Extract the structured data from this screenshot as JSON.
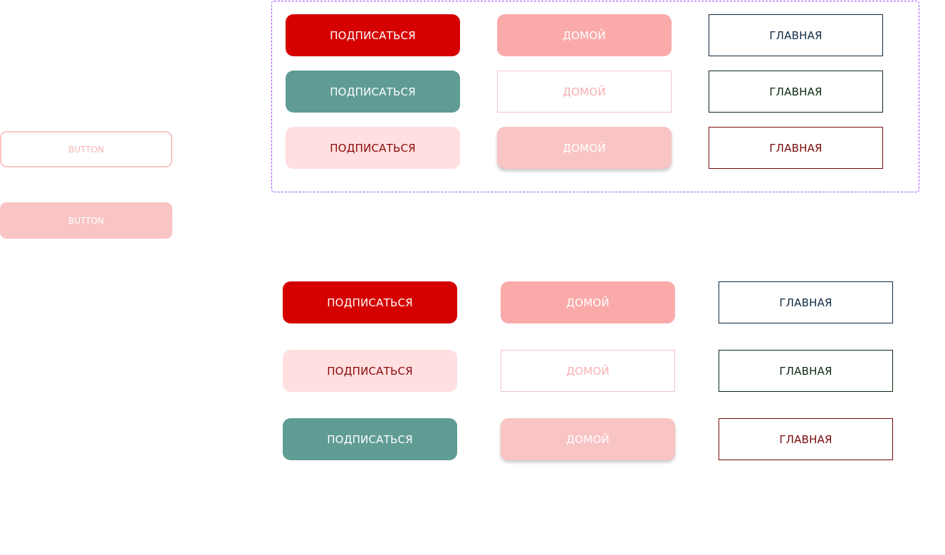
{
  "left_buttons": {
    "outline_label": "BUTTON",
    "solid_label": "BUTTON"
  },
  "framed_group": {
    "row1": {
      "primary": "ПОДПИСАТЬСЯ",
      "secondary": "ДОМОЙ",
      "tertiary": "ГЛАВНАЯ"
    },
    "row2": {
      "primary": "ПОДПИСАТЬСЯ",
      "secondary": "ДОМОЙ",
      "tertiary": "ГЛАВНАЯ"
    },
    "row3": {
      "primary": "ПОДПИСАТЬСЯ",
      "secondary": "ДОМОЙ",
      "tertiary": "ГЛАВНАЯ"
    }
  },
  "lower_group": {
    "row1": {
      "primary": "ПОДПИСАТЬСЯ",
      "secondary": "ДОМОЙ",
      "tertiary": "ГЛАВНАЯ"
    },
    "row2": {
      "primary": "ПОДПИСАТЬСЯ",
      "secondary": "ДОМОЙ",
      "tertiary": "ГЛАВНАЯ"
    },
    "row3": {
      "primary": "ПОДПИСАТЬСЯ",
      "secondary": "ДОМОЙ",
      "tertiary": "ГЛАВНАЯ"
    }
  },
  "colors": {
    "red": "#d50000",
    "teal": "#5f9c94",
    "light_pink": "#ffdfe0",
    "salmon": "#fbaaaa",
    "soft_pink": "#f9c4c4",
    "navy": "#0e2a44",
    "dark_green": "#0c2a10",
    "maroon": "#7a0a0a",
    "frame_dash": "#9b4dff"
  }
}
